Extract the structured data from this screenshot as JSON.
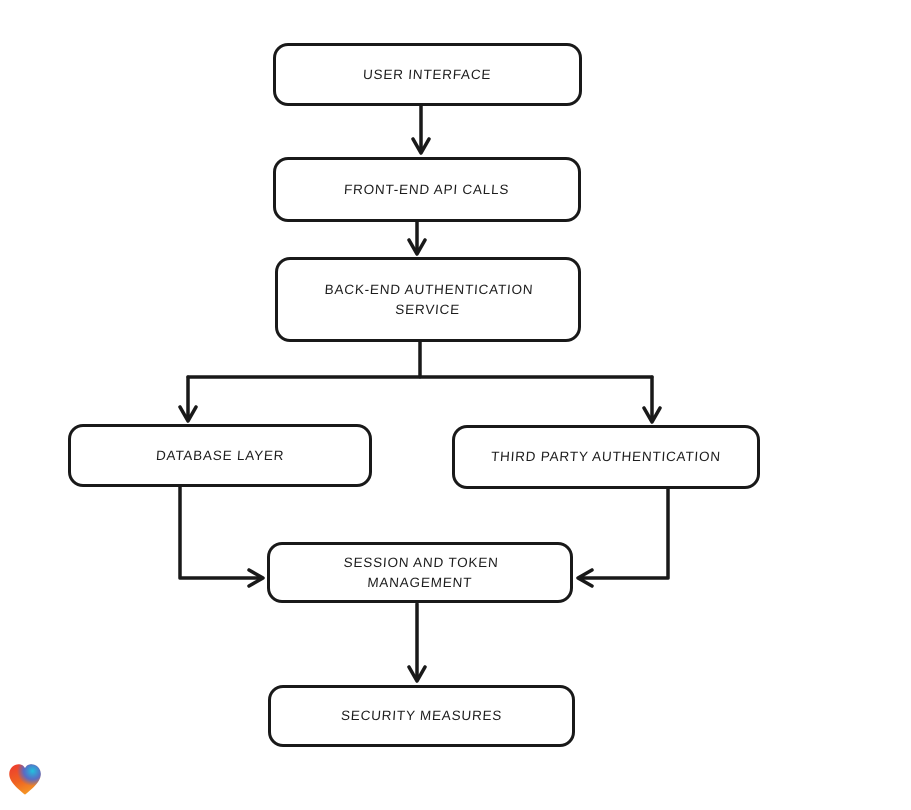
{
  "page": {
    "background_color": "#ffffff",
    "stroke_color": "#191919",
    "text_color": "#1d1d1d"
  },
  "diagram": {
    "type": "flowchart",
    "nodes": [
      {
        "id": "user-interface",
        "label": "USER INTERFACE"
      },
      {
        "id": "front-end-api-calls",
        "label": "FRONT-END API CALLS"
      },
      {
        "id": "back-end-authentication-service",
        "label": "BACK-END AUTHENTICATION\nSERVICE"
      },
      {
        "id": "database-layer",
        "label": "DATABASE LAYER"
      },
      {
        "id": "third-party-authentication",
        "label": "THIRD PARTY AUTHENTICATION"
      },
      {
        "id": "session-and-token-management",
        "label": "SESSION AND TOKEN\nMANAGEMENT"
      },
      {
        "id": "security-measures",
        "label": "SECURITY MEASURES"
      }
    ],
    "edges": [
      {
        "from": "user-interface",
        "to": "front-end-api-calls"
      },
      {
        "from": "front-end-api-calls",
        "to": "back-end-authentication-service"
      },
      {
        "from": "back-end-authentication-service",
        "to": "database-layer"
      },
      {
        "from": "back-end-authentication-service",
        "to": "third-party-authentication"
      },
      {
        "from": "database-layer",
        "to": "session-and-token-management"
      },
      {
        "from": "third-party-authentication",
        "to": "session-and-token-management"
      },
      {
        "from": "session-and-token-management",
        "to": "security-measures"
      }
    ]
  },
  "logo": {
    "name": "lovable-heart-logo",
    "colors": {
      "red": "#ee3d2e",
      "teal": "#21c3dd",
      "blue": "#3f6ee0",
      "orange": "#f59a25"
    }
  }
}
